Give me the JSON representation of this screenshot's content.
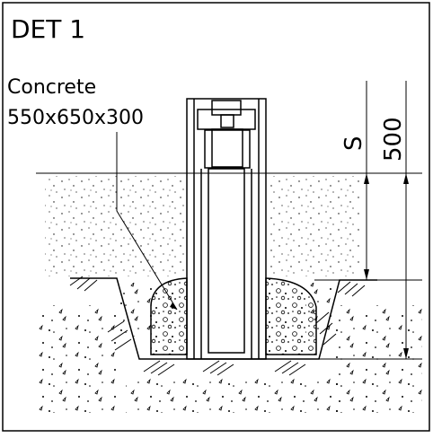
{
  "detail": {
    "title": "DET 1",
    "material_label_line1": "Concrete",
    "material_label_line2": "550x650x300",
    "dim_symbol": "S",
    "dim_value": "500"
  },
  "colors": {
    "line": "#000000",
    "background": "#ffffff"
  }
}
